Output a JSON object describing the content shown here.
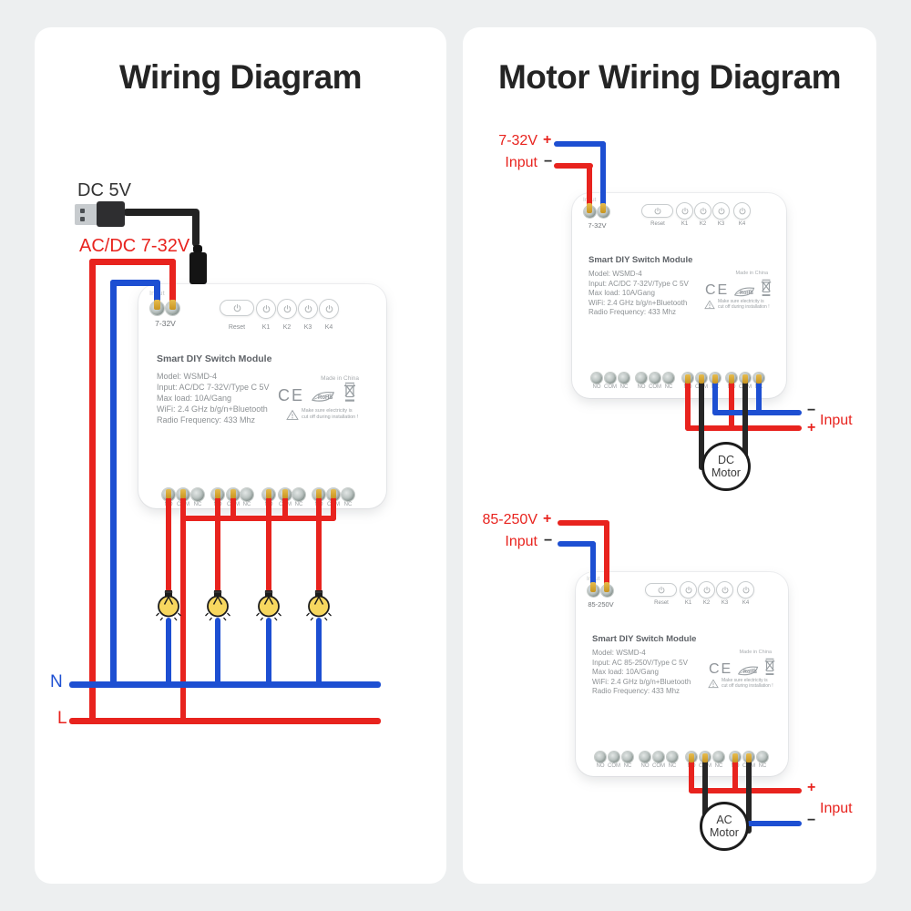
{
  "panels": {
    "left": {
      "title": "Wiring Diagram",
      "usb_label": "DC 5V",
      "supply_label": "AC/DC 7-32V",
      "neutral": "N",
      "live": "L"
    },
    "right": {
      "title": "Motor Wiring Diagram",
      "dc_in": {
        "volt": "7-32V",
        "plus": "+",
        "word": "Input",
        "minus": "−"
      },
      "dc_out": {
        "minus": "−",
        "word": "Input",
        "plus": "+"
      },
      "dc_motor": {
        "line1": "DC",
        "line2": "Motor"
      },
      "ac_in": {
        "volt": "85-250V",
        "plus": "+",
        "word": "Input",
        "minus": "−"
      },
      "ac_out": {
        "plus": "+",
        "word": "Input",
        "minus": "−"
      },
      "ac_motor": {
        "line1": "AC",
        "line2": "Motor"
      }
    }
  },
  "module_common": {
    "input_label": "Input",
    "reset": "Reset",
    "k": [
      "K1",
      "K2",
      "K3",
      "K4"
    ],
    "title": "Smart DIY Switch Module",
    "made_in": "Made in China",
    "ce": "CE",
    "rohs": "RoHS",
    "warning_line1": "Make sure electricity is",
    "warning_line2": "cut off during installation !",
    "no": "NO",
    "com": "COM",
    "nc": "NC"
  },
  "modules": {
    "left": {
      "volt": "7-32V",
      "specs": [
        "Model: WSMD-4",
        "Input: AC/DC 7-32V/Type C 5V",
        "Max load: 10A/Gang",
        "WiFi: 2.4 GHz b/g/n+Bluetooth",
        "Radio Frequency: 433 Mhz"
      ]
    },
    "dc": {
      "volt": "7-32V",
      "specs": [
        "Model: WSMD-4",
        "Input: AC/DC 7-32V/Type C 5V",
        "Max load: 10A/Gang",
        "WiFi: 2.4 GHz b/g/n+Bluetooth",
        "Radio Frequency: 433 Mhz"
      ]
    },
    "ac": {
      "volt": "85-250V",
      "specs": [
        "Model: WSMD-4",
        "Input: AC 85-250V/Type C 5V",
        "Max load: 10A/Gang",
        "WiFi: 2.4 GHz b/g/n+Bluetooth",
        "Radio Frequency: 433 Mhz"
      ]
    }
  },
  "colors": {
    "red": "#e8231e",
    "blue": "#1d4fd2",
    "wire_black": "#262626",
    "gold": "#d9a733",
    "bulb_yellow": "#f7d75f",
    "ink": "#242424",
    "mod_gray": "#8d9194"
  }
}
